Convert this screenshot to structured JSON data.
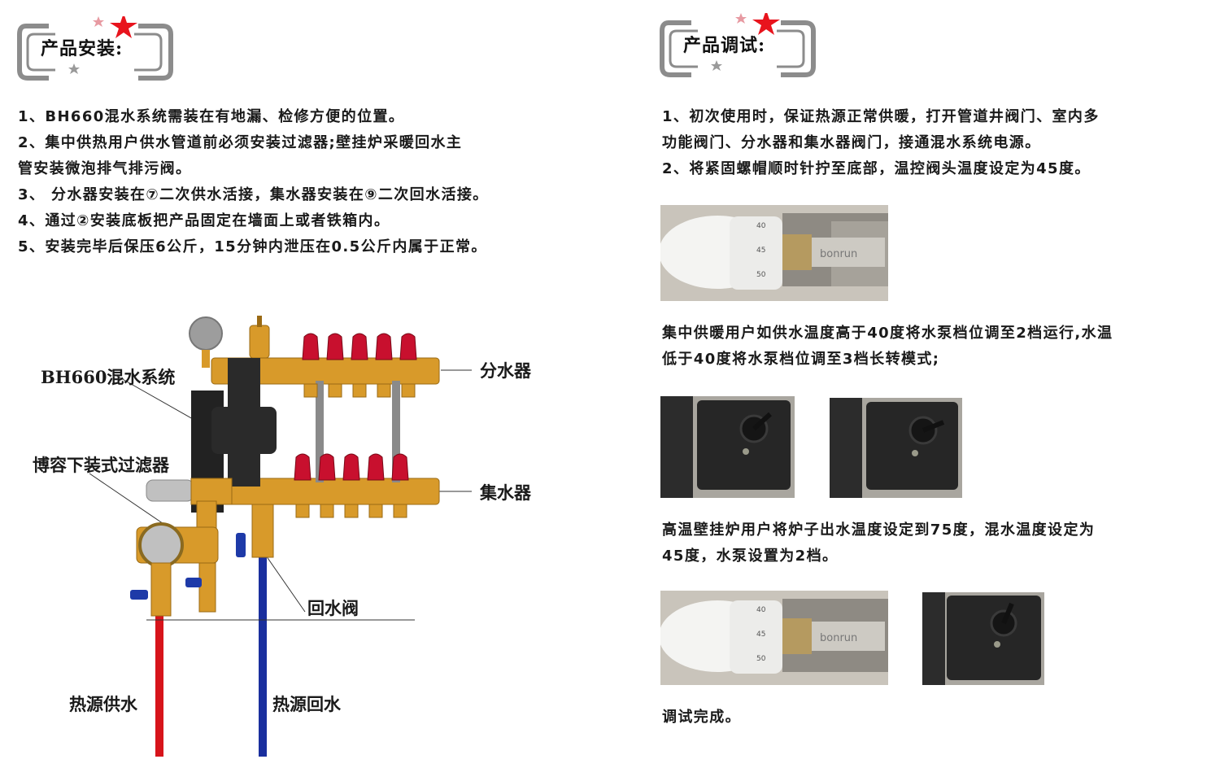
{
  "install": {
    "heading": "产品安装:",
    "steps": [
      "1、BH660混水系统需装在有地漏、检修方便的位置。",
      "2、集中供热用户供水管道前必须安装过滤器;壁挂炉采暖回水主",
      "管安装微泡排气排污阀。",
      "3、 分水器安装在⑦二次供水活接，集水器安装在⑨二次回水活接。",
      "4、通过②安装底板把产品固定在墙面上或者铁箱内。",
      "5、安装完毕后保压6公斤，15分钟内泄压在0.5公斤内属于正常。"
    ]
  },
  "diagram": {
    "labels": {
      "system": "BH660混水系统",
      "filter": "博容下装式过滤器",
      "distributor": "分水器",
      "collector": "集水器",
      "return_valve": "回水阀",
      "supply": "热源供水",
      "return": "热源回水"
    }
  },
  "debug": {
    "heading": "产品调试:",
    "steps": [
      "1、初次使用时，保证热源正常供暖，打开管道井阀门、室内多",
      "功能阀门、分水器和集水器阀门，接通混水系统电源。",
      "2、将紧固螺帽顺时针拧至底部，温控阀头温度设定为45度。"
    ],
    "note_central": [
      "集中供暖用户如供水温度高于40度将水泵档位调至2档运行,水温",
      "低于40度将水泵档位调至3档长转模式;"
    ],
    "note_boiler": [
      "高温壁挂炉用户将炉子出水温度设定到75度，混水温度设定为",
      "45度，水泵设置为2档。"
    ],
    "done": "调试完成。",
    "valve_head": {
      "ticks": [
        "40",
        "45",
        "50"
      ],
      "brand": "bonrun"
    }
  },
  "colors": {
    "brass": "#d89a2a",
    "red_cap": "#c8102e",
    "supply_pipe": "#d7141b",
    "return_pipe": "#1a2f9e",
    "star_red": "#e8141d",
    "star_pink": "#e79aa2",
    "bracket_gray": "#8c8c8c"
  }
}
